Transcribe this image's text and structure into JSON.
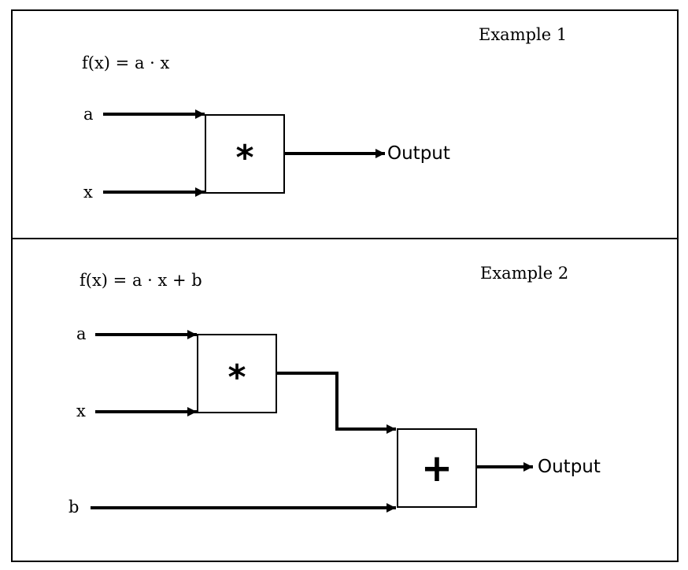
{
  "example1": {
    "title": "Example 1",
    "formula": "f(x) = a · x",
    "inputs": [
      "a",
      "x"
    ],
    "operator": "*",
    "output_label": "Output"
  },
  "example2": {
    "title": "Example 2",
    "formula": "f(x) = a · x + b",
    "inputs": [
      "a",
      "x",
      "b"
    ],
    "operators": [
      "*",
      "+"
    ],
    "output_label": "Output"
  }
}
